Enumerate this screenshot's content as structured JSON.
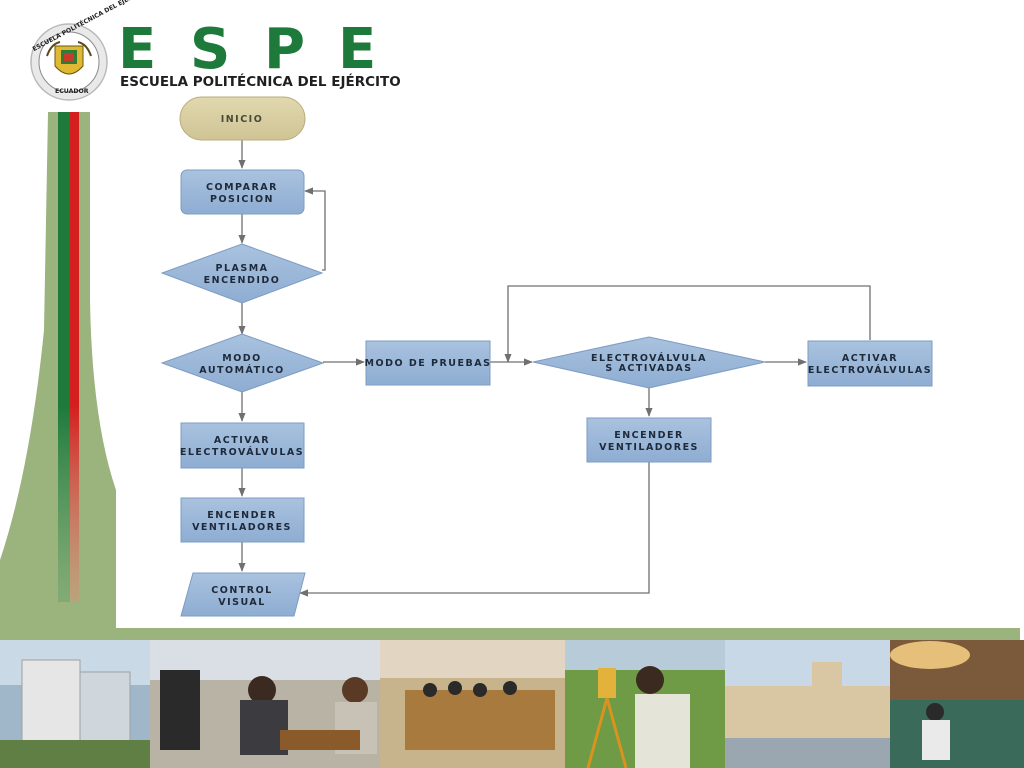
{
  "header": {
    "brand_letters": [
      "E",
      "S",
      "P",
      "E"
    ],
    "brand_subtitle": "ESCUELA POLITÉCNICA DEL EJÉRCITO",
    "seal_top_text": "ESCUELA POLITÉCNICA DEL EJÉRCITO",
    "seal_bottom_text": "ECUADOR"
  },
  "colors": {
    "sidebar_green": "#9bb37d",
    "stripe_dark_green": "#1d7a3b",
    "stripe_red": "#d41f1f",
    "node_fill": "#98b4d6",
    "start_fill": "#d7cda0",
    "connector": "#707070"
  },
  "flowchart": {
    "nodes": {
      "inicio": [
        "INICIO"
      ],
      "comparar": [
        "COMPARAR",
        "POSICION"
      ],
      "plasma": [
        "PLASMA",
        "ENCENDIDO"
      ],
      "modo_auto": [
        "MODO",
        "AUTOMÁTICO"
      ],
      "activar_left": [
        "ACTIVAR",
        "ELECTROVÁLVULAS"
      ],
      "encender_left": [
        "ENCENDER",
        "VENTILADORES"
      ],
      "control": [
        "CONTROL",
        "VISUAL"
      ],
      "modo_pruebas": [
        "MODO DE PRUEBAS"
      ],
      "electro_activadas": [
        "ELECTROVÁLVULA",
        "S ACTIVADAS"
      ],
      "encender_right": [
        "ENCENDER",
        "VENTILADORES"
      ],
      "activar_right": [
        "ACTIVAR",
        "ELECTROVÁLVULAS"
      ]
    }
  },
  "photo_strip": {
    "icons": [
      "building-photo",
      "students-study-photo",
      "classroom-photo",
      "surveyor-photo",
      "campus-photo",
      "auditorium-photo"
    ]
  }
}
